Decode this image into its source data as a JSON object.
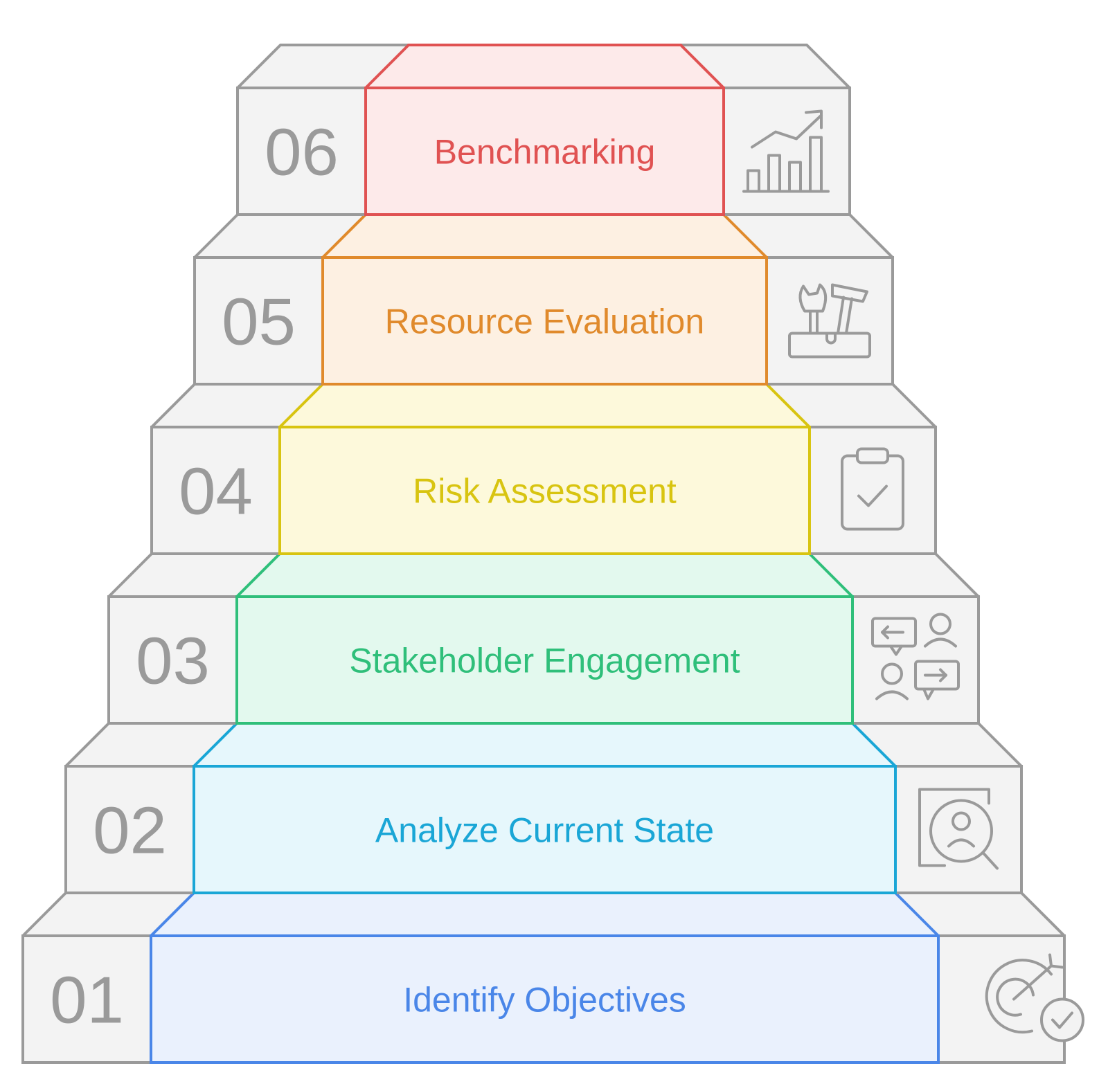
{
  "diagram": {
    "steps": [
      {
        "number": "01",
        "label": "Identify Objectives",
        "icon": "target-check-icon",
        "color": "#4a86e8",
        "fill": "#eaf1fd"
      },
      {
        "number": "02",
        "label": "Analyze Current State",
        "icon": "person-search-icon",
        "color": "#1aa6d6",
        "fill": "#e6f7fc"
      },
      {
        "number": "03",
        "label": "Stakeholder Engagement",
        "icon": "people-chat-icon",
        "color": "#2fbf7a",
        "fill": "#e3f9ee"
      },
      {
        "number": "04",
        "label": "Risk Assessment",
        "icon": "clipboard-check-icon",
        "color": "#d8c410",
        "fill": "#fdf9db"
      },
      {
        "number": "05",
        "label": "Resource Evaluation",
        "icon": "toolbox-icon",
        "color": "#e08a2c",
        "fill": "#fdf0e2"
      },
      {
        "number": "06",
        "label": "Benchmarking",
        "icon": "bar-chart-trend-icon",
        "color": "#e05252",
        "fill": "#fdeaea"
      }
    ],
    "step_gray": "#9a9a9a",
    "step_bg": "#f3f3f3"
  }
}
